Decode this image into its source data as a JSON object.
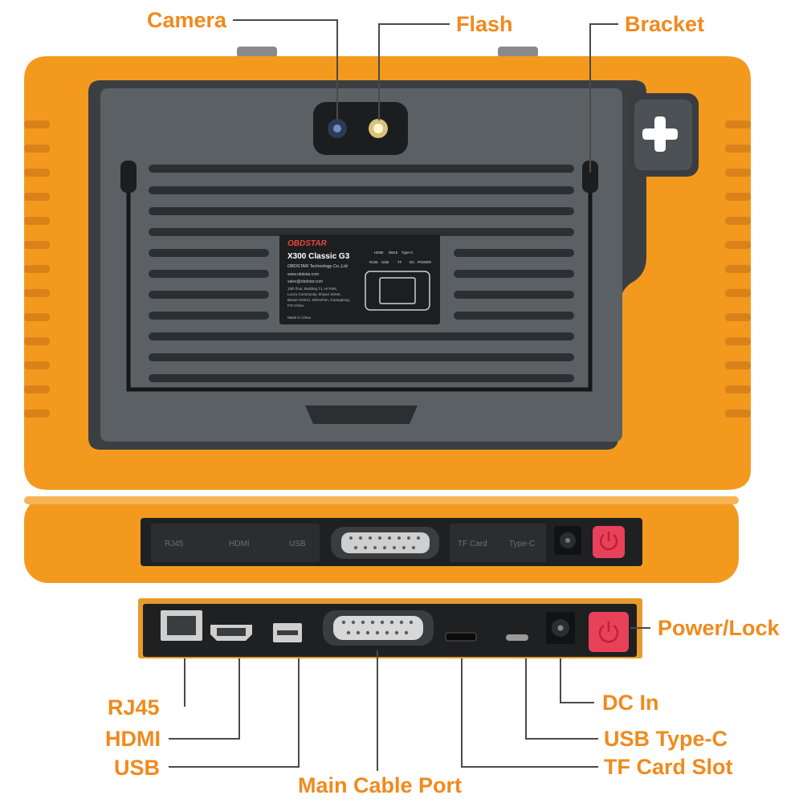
{
  "callouts": {
    "camera": "Camera",
    "flash": "Flash",
    "bracket": "Bracket",
    "power_lock": "Power/Lock",
    "rj45": "RJ45",
    "hdmi": "HDMI",
    "usb": "USB",
    "main_cable_port": "Main Cable Port",
    "dc_in": "DC In",
    "usb_type_c": "USB Type-C",
    "tf_card_slot": "TF Card Slot"
  },
  "label_plate": {
    "brand": "OBDSTAR",
    "model": "X300 Classic G3",
    "company": "OBDSTAR Technology Co.,Ltd",
    "website": "www.obdstar.com",
    "email": "sales@obdstar.com",
    "address_lines": [
      "15th floor, Building T1, Hi Park,",
      "Luozu Community, Shiyan Street,",
      "Baoan District, Shenzhen, Guangdong,",
      "P.R.China"
    ],
    "made_in": "Made in China",
    "diagram_top": [
      "HDMI",
      "DB15",
      "Type-C"
    ],
    "diagram_bottom": [
      "RJ45",
      "USB",
      "TF",
      "DC",
      "POWER"
    ]
  },
  "port_cover_labels": {
    "rj45": "RJ45",
    "hdmi": "HDMI",
    "usb": "USB",
    "tf_card": "TF Card",
    "type_c": "Type-C"
  },
  "colors": {
    "orange_body": "#f39a1e",
    "orange_text": "#f08a1c",
    "dark_panel": "#555a5e",
    "power_button": "#e8415a"
  }
}
